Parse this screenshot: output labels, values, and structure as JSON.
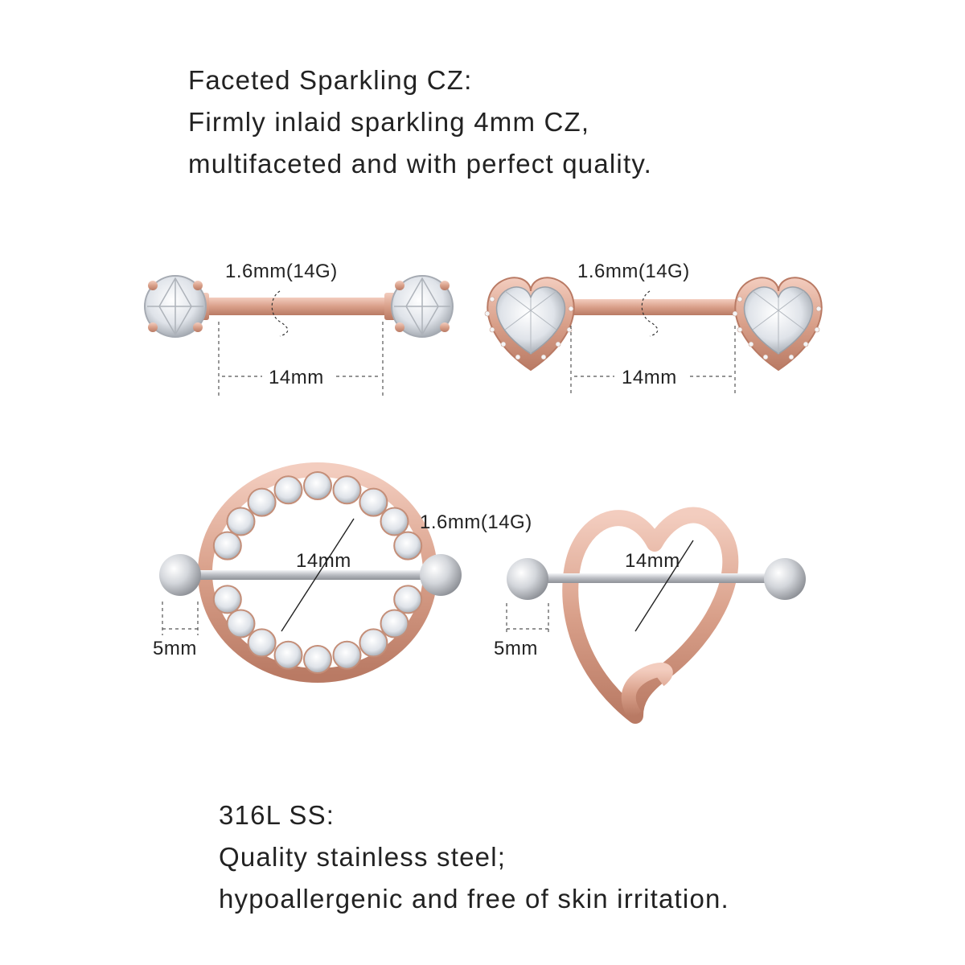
{
  "intro": {
    "heading": "Faceted Sparkling CZ:",
    "line1": "Firmly inlaid sparkling 4mm CZ,",
    "line2": "multifaceted and with perfect quality."
  },
  "products": [
    {
      "name": "round-cz-barbell",
      "gauge": "1.6mm(14G)",
      "length": "14mm"
    },
    {
      "name": "heart-cz-barbell",
      "gauge": "1.6mm(14G)",
      "length": "14mm"
    },
    {
      "name": "cz-circle-shield",
      "gauge": "1.6mm(14G)",
      "inner": "14mm",
      "ball": "5mm"
    },
    {
      "name": "heart-shield",
      "inner": "14mm",
      "ball": "5mm"
    }
  ],
  "outro": {
    "heading": "316L SS:",
    "line1": "Quality stainless steel;",
    "line2": "hypoallergenic and free of skin irritation."
  },
  "colors": {
    "rose_gold": "#d9a08a",
    "rose_gold_dark": "#b97a64",
    "steel": "#c9ccd1",
    "crystal": "#e9ecf1"
  }
}
